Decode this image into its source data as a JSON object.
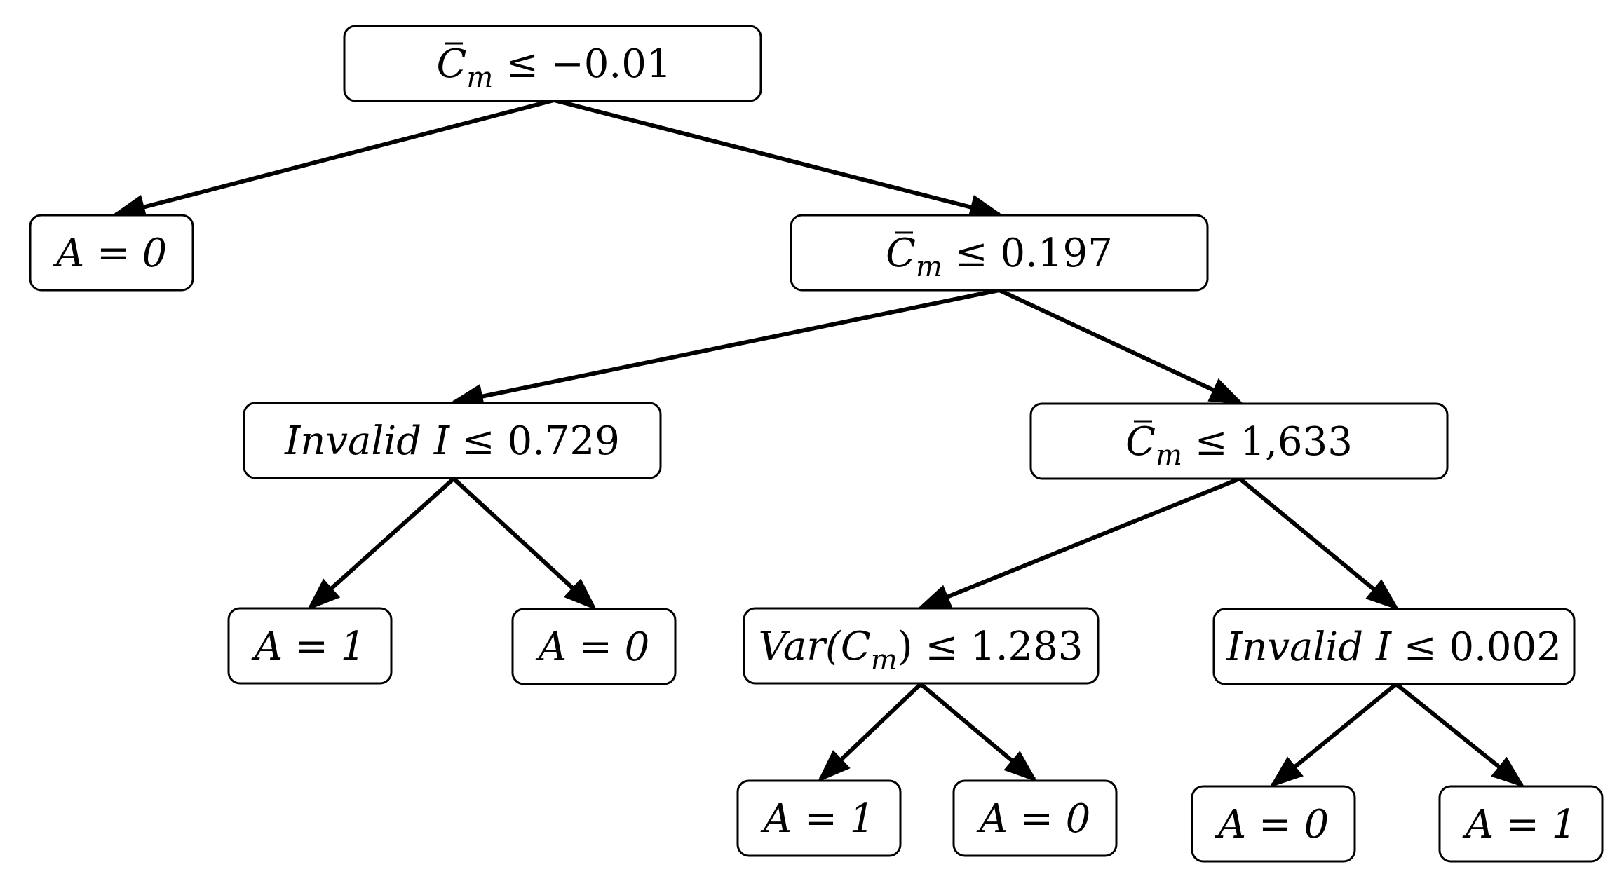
{
  "tree": {
    "root": {
      "var": "C",
      "sub": "m",
      "bar": true,
      "op": " ≤ ",
      "val": "−0.01",
      "yes": {
        "leaf": "A = 0"
      },
      "no": {
        "var": "C",
        "sub": "m",
        "bar": true,
        "op": " ≤ ",
        "val": "0.197",
        "yes": {
          "var": "Invalid I",
          "sub": "",
          "bar": false,
          "op": " ≤ ",
          "val": "0.729",
          "yes": {
            "leaf": "A = 1"
          },
          "no": {
            "leaf": "A = 0"
          }
        },
        "no": {
          "var": "C",
          "sub": "m",
          "bar": true,
          "op": " ≤ ",
          "val": "1,633",
          "yes": {
            "prefix": "Var(",
            "var": "C",
            "sub": "m",
            "bar": false,
            "suffix": ")",
            "op": " ≤ ",
            "val": "1.283",
            "yes": {
              "leaf": "A = 1"
            },
            "no": {
              "leaf": "A = 0"
            }
          },
          "no": {
            "var": "Invalid I",
            "sub": "",
            "bar": false,
            "op": " ≤ ",
            "val": "0.002",
            "yes": {
              "leaf": "A = 0"
            },
            "no": {
              "leaf": "A = 1"
            }
          }
        }
      }
    }
  }
}
